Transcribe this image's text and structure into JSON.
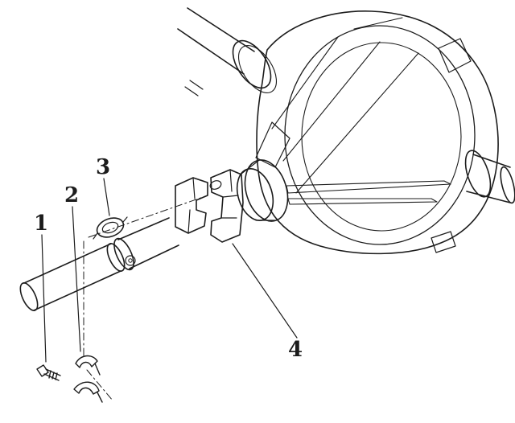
{
  "figure": {
    "background_color": "#ffffff",
    "line_color": "#1c1c1c"
  },
  "callouts": [
    {
      "label": "1",
      "part": "attachment-bolt"
    },
    {
      "label": "2",
      "part": "retainer-strap"
    },
    {
      "label": "3",
      "part": "bearing-cap"
    },
    {
      "label": "4",
      "part": "universal-joint"
    }
  ]
}
